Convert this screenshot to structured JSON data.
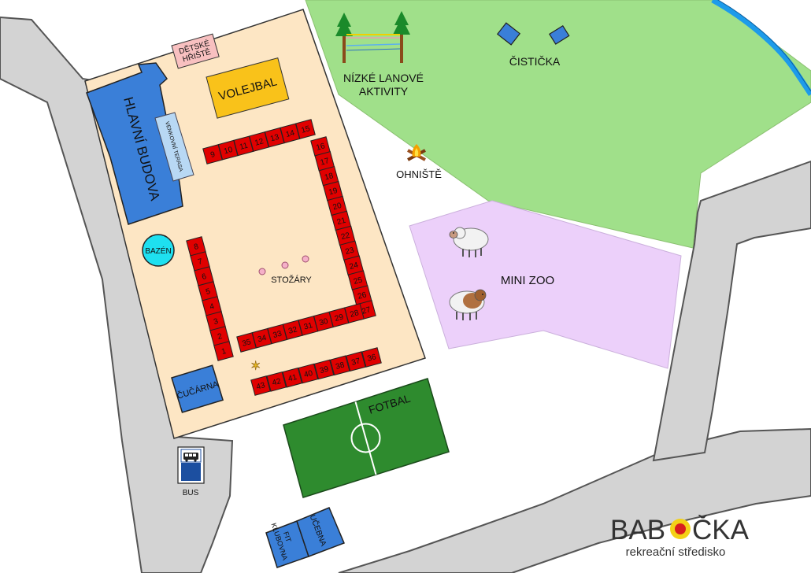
{
  "labels": {
    "playground": [
      "DĚTSKÉ",
      "HŘIŠTĚ"
    ],
    "main_building": "HLAVNÍ BUDOVA",
    "terrace": "VENKOVNÍ TERASA",
    "volleyball": "VOLEJBAL",
    "pool": "BAZÉN",
    "flagpoles": "STOŽÁRY",
    "ropes": [
      "NÍZKÉ LANOVÉ",
      "AKTIVITY"
    ],
    "cleaning": "ČISTIČKA",
    "firepit": "OHNIŠTĚ",
    "mini_zoo": "MINI ZOO",
    "football": "FOTBAL",
    "drawing_room": "ČUČÁRNA",
    "bus": "BUS",
    "fit_club": [
      "FIT",
      "KLUBOVNA"
    ],
    "classroom": "UČEBNA"
  },
  "logo": {
    "name_before": "BAB",
    "name_after": "ČKA",
    "subtitle": "rekreační středisko"
  },
  "cabins": {
    "left_column": [
      "8",
      "7",
      "6",
      "5",
      "4",
      "3",
      "2",
      "1"
    ],
    "top_row": [
      "9",
      "10",
      "11",
      "12",
      "13",
      "14",
      "15"
    ],
    "right_column": [
      "16",
      "17",
      "18",
      "19",
      "20",
      "21",
      "22",
      "23",
      "24",
      "25",
      "26",
      "27"
    ],
    "bottom_row_inner": [
      "35",
      "34",
      "33",
      "32",
      "31",
      "30",
      "29",
      "28"
    ],
    "bottom_row_outer": [
      "43",
      "42",
      "41",
      "40",
      "39",
      "38",
      "37",
      "36"
    ]
  },
  "icons": [
    "tree-icon",
    "sheep-icon",
    "campfire-icon",
    "bus-icon",
    "star-icon",
    "flagpole-icon"
  ],
  "colors": {
    "camp_area": "#fde6c4",
    "grass": "#a0e08a",
    "road": "#d3d3d3",
    "building": "#3a7fd8",
    "cabin": "#e00000",
    "volleyball": "#f9c21a",
    "football": "#2e8b2e",
    "zoo": "#ecd0fa",
    "stream": "#1d9bea",
    "pool": "#1ee0f0",
    "terrace": "#b8d8f4",
    "playground": "#f8c0c0"
  }
}
